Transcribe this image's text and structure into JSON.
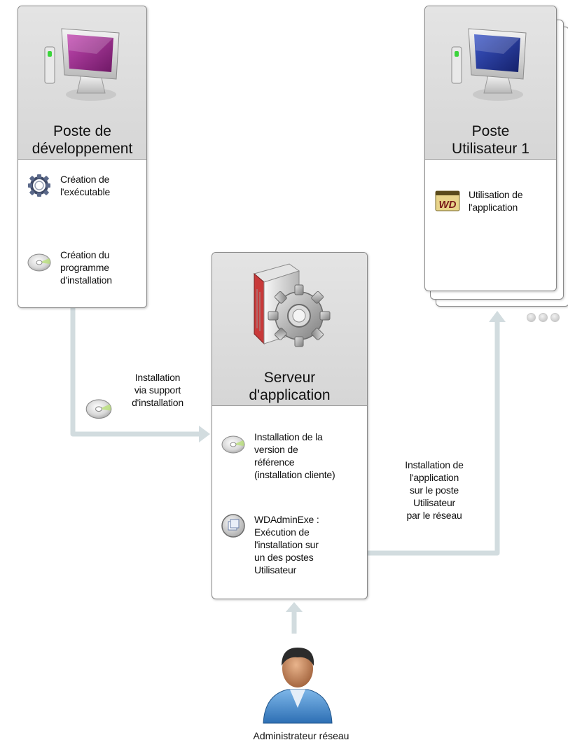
{
  "dev_station": {
    "title_lines": [
      "Poste de",
      "développement"
    ],
    "steps": [
      {
        "icon": "gears-icon",
        "lines": [
          "Création de",
          "l'exécutable"
        ]
      },
      {
        "icon": "cd-icon",
        "lines": [
          "Création du",
          "programme",
          "d'installation"
        ]
      }
    ]
  },
  "server": {
    "title_lines": [
      "Serveur",
      "d'application"
    ],
    "steps": [
      {
        "icon": "cd-icon",
        "lines": [
          "Installation de la",
          "version de",
          "référence",
          "(installation cliente)"
        ]
      },
      {
        "icon": "wdadminexe-icon",
        "lines": [
          "WDAdminExe :",
          "Exécution de",
          "l'installation sur",
          "un des postes",
          "Utilisateur"
        ]
      }
    ]
  },
  "user_station": {
    "title_lines": [
      "Poste",
      "Utilisateur 1"
    ],
    "steps": [
      {
        "icon": "windev-logo-icon",
        "lines": [
          "Utilisation de",
          "l'application"
        ]
      }
    ],
    "logo_text": "WD"
  },
  "notes": {
    "install_media": [
      "Installation",
      "via support",
      "d'installation"
    ],
    "network_install": [
      "Installation de",
      "l'application",
      "sur le poste",
      "Utilisateur",
      "par le réseau"
    ]
  },
  "admin": {
    "label": "Administrateur réseau"
  },
  "colors": {
    "connector": "#d2dcdf",
    "card_border": "#8a8a8a",
    "header_bg": "#dcdcdc",
    "dev_screen": "#9b2a8c",
    "user_screen": "#1f2f8c"
  }
}
